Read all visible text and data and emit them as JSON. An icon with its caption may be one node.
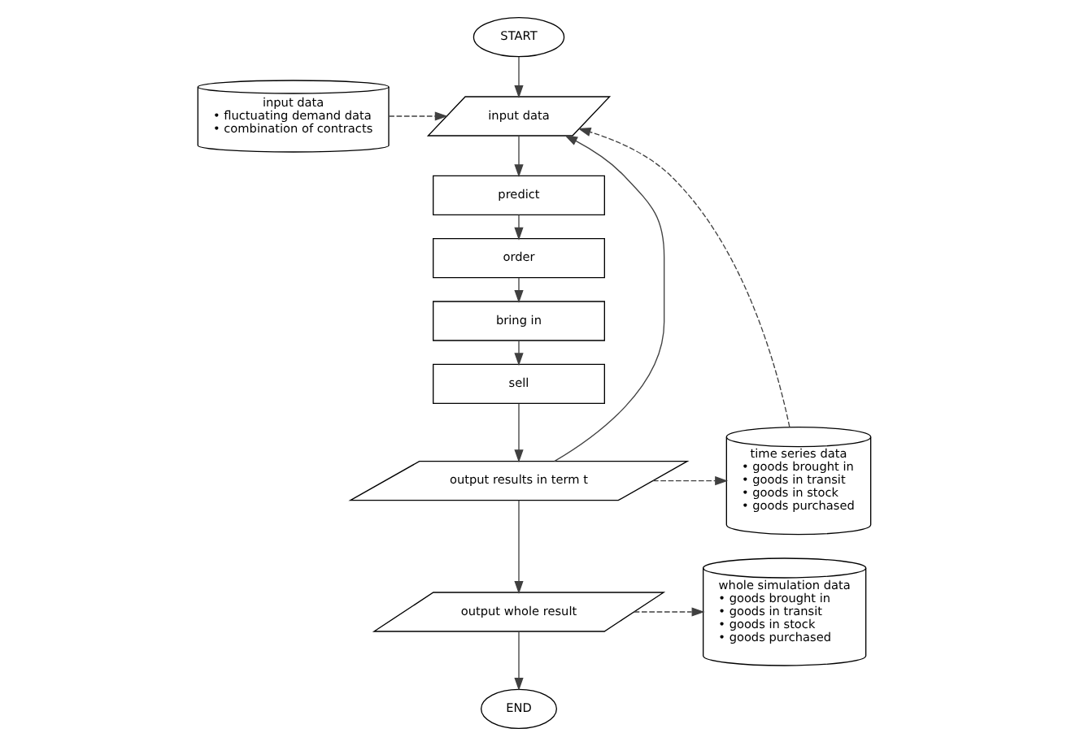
{
  "diagram": {
    "nodes": [
      {
        "text": [
          "input data",
          "• fluctuating demand data",
          "• combination of contracts"
        ]
      },
      {
        "text": [
          "START"
        ]
      },
      {
        "text": [
          "input data"
        ]
      },
      {
        "text": [
          "predict"
        ]
      },
      {
        "text": [
          "order"
        ]
      },
      {
        "text": [
          "bring in"
        ]
      },
      {
        "text": [
          "sell"
        ]
      },
      {
        "text": [
          "output results in term t"
        ]
      },
      {
        "text": [
          "time series data",
          "• goods brought in",
          "• goods in transit",
          "• goods in stock",
          "• goods purchased"
        ]
      },
      {
        "text": [
          "output whole result"
        ]
      },
      {
        "text": [
          "END"
        ]
      },
      {
        "text": [
          "whole simulation data",
          "• goods brought in",
          "• goods in transit",
          "• goods in stock",
          "• goods purchased"
        ]
      }
    ],
    "edges": [
      {
        "from": 1,
        "to": 2,
        "arrow": "to"
      },
      {
        "from": 2,
        "to": 3,
        "arrow": "to"
      },
      {
        "from": 3,
        "to": 4,
        "arrow": "to"
      },
      {
        "from": 4,
        "to": 5,
        "arrow": "to"
      },
      {
        "from": 5,
        "to": 6,
        "arrow": "to"
      },
      {
        "from": 6,
        "to": 7,
        "arrow": "to"
      },
      {
        "from": 7,
        "to": 2,
        "arrow": "to"
      },
      {
        "from": 7,
        "to": 9,
        "arrow": "to"
      },
      {
        "from": 9,
        "to": 10,
        "arrow": "to"
      },
      {
        "from": 0,
        "to": 2,
        "arrow": "to",
        "style": "dashed"
      },
      {
        "from": 8,
        "to": 2,
        "arrow": "to",
        "style": "dashed"
      },
      {
        "from": 7,
        "to": 8,
        "arrow": "to",
        "style": "dashed"
      },
      {
        "from": 9,
        "to": 11,
        "arrow": "to",
        "style": "dashed"
      }
    ]
  }
}
